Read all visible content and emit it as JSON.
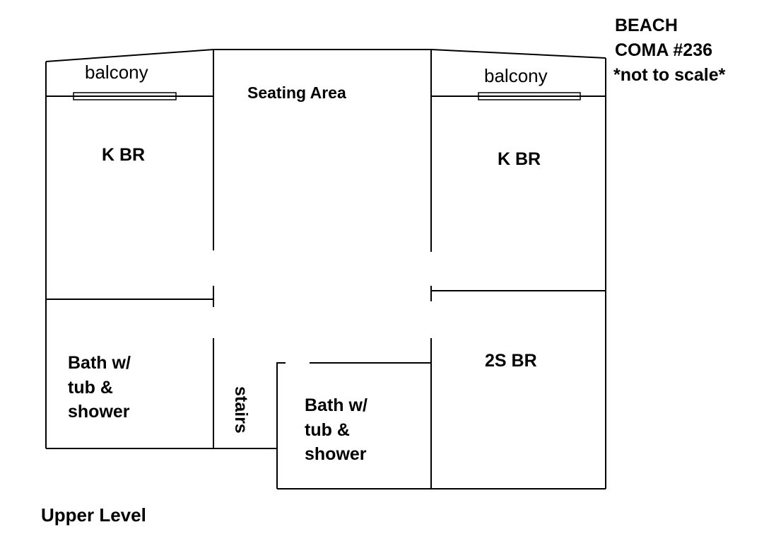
{
  "property": {
    "title_line1": "BEACH",
    "title_line2": "COMA #236",
    "scale_note": "*not to scale*"
  },
  "level": "Upper Level",
  "rooms": {
    "balcony_left": "balcony",
    "balcony_right": "balcony",
    "seating_area": "Seating Area",
    "kbr_left": "K BR",
    "kbr_right": "K BR",
    "bath_left": [
      "Bath w/",
      "tub &",
      "shower"
    ],
    "bath_center": [
      "Bath w/",
      "tub &",
      "shower"
    ],
    "stairs": "stairs",
    "br_2s": "2S BR"
  },
  "colors": {
    "ink": "#000000",
    "background": "#ffffff"
  }
}
